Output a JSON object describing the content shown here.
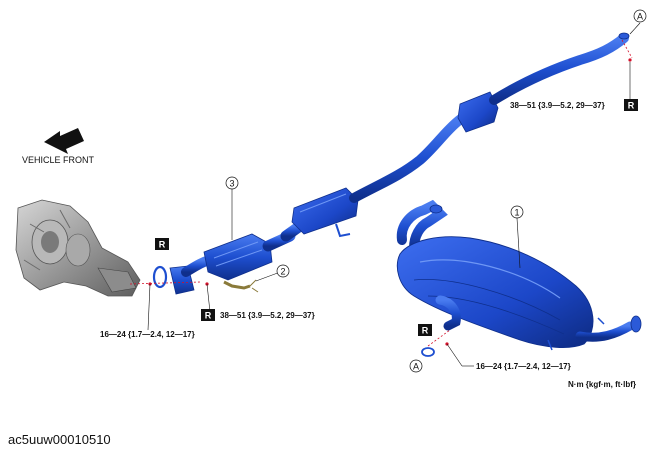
{
  "diagram": {
    "vehicle_front_label": "VEHICLE FRONT",
    "figure_code": "ac5uuw00010510",
    "units_label": "N·m {kgf·m, ft·lbf}",
    "callouts": {
      "part1": "1",
      "part2": "2",
      "part3": "3",
      "ref_a_top": "A",
      "ref_a_bottom": "A"
    },
    "replace_tag": "R",
    "torques": {
      "rear_top": "38—51 {3.9—5.2, 29—37}",
      "front_joint": "38—51 {3.9—5.2, 29—37}",
      "turbo_flange": "16—24 {1.7—2.4, 12—17}",
      "muffler_inlet": "16—24 {1.7—2.4, 12—17}"
    },
    "colors": {
      "pipe": "#1e4fd0",
      "pipe_dark": "#0f2f8c",
      "pipe_light": "#4a7cf0",
      "engine": "#9a9a9a",
      "bolt": "#d4102a"
    }
  }
}
